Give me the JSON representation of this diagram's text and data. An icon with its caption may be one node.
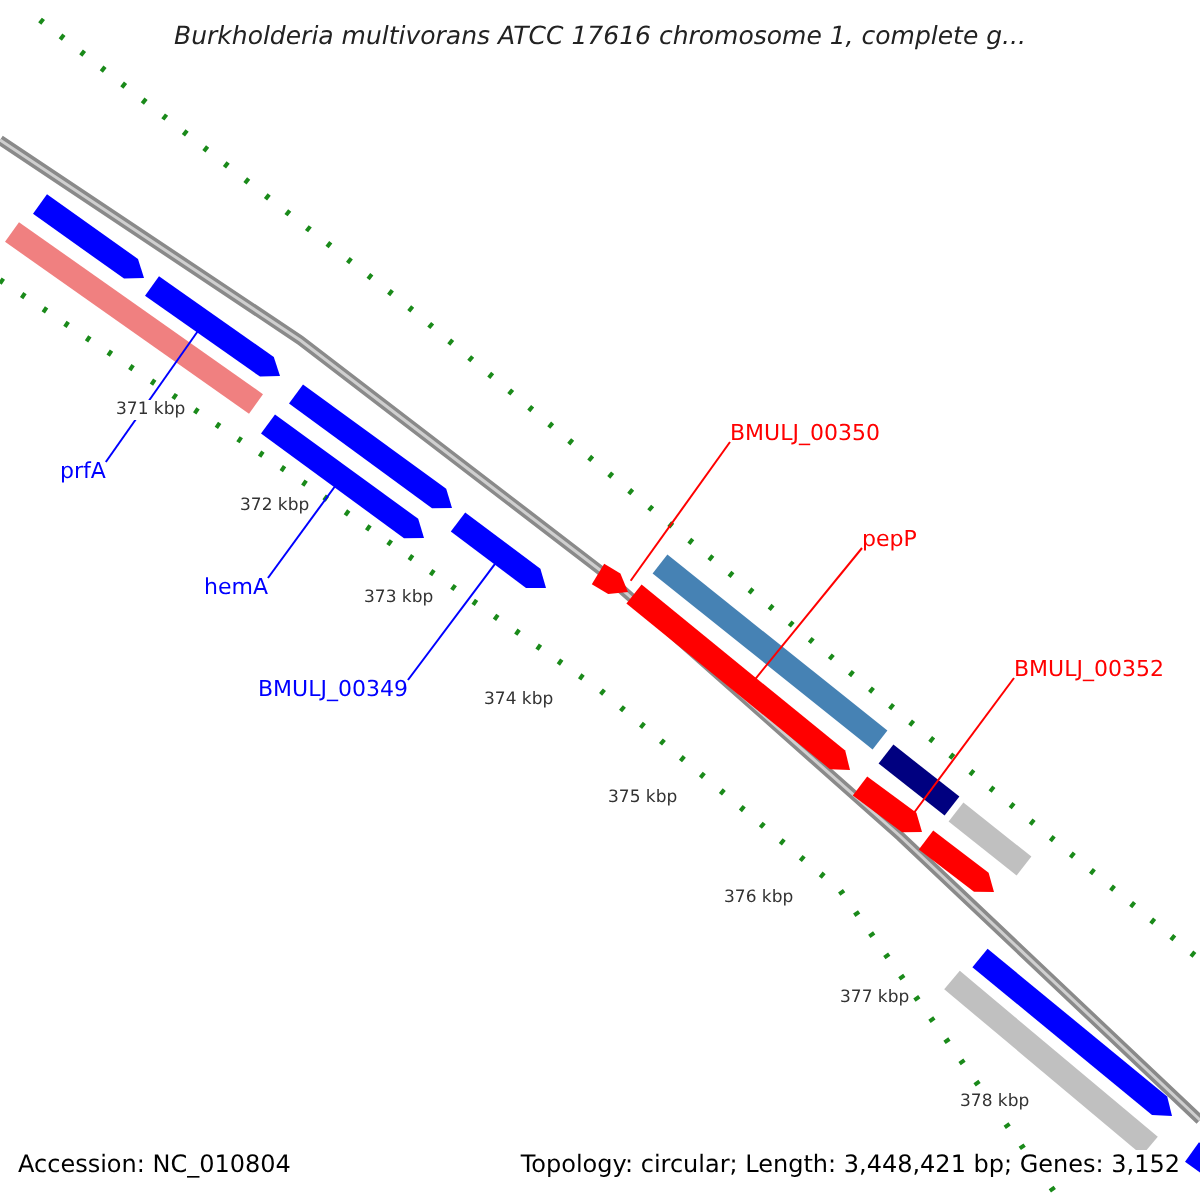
{
  "diagram": {
    "title": "Burkholderia multivorans ATCC 17616 chromosome 1, complete g...",
    "nodes": [
      {
        "text": [
          "prfA"
        ]
      },
      {
        "text": [
          "hemA"
        ]
      },
      {
        "text": [
          "BMULJ_00349"
        ]
      },
      {
        "text": [
          "BMULJ_00350"
        ]
      },
      {
        "text": [
          "pepP"
        ]
      },
      {
        "text": [
          "BMULJ_00352"
        ]
      },
      {
        "text": [],
        "shape": "bar"
      },
      {
        "text": [],
        "shape": "bar"
      },
      {
        "text": [],
        "shape": "bar"
      },
      {
        "text": [],
        "shape": "bar"
      },
      {
        "text": [],
        "shape": "bar"
      },
      {
        "text": [],
        "shape": "bar"
      },
      {
        "text": [],
        "shape": "bar"
      },
      {
        "text": [],
        "shape": "bar"
      },
      {
        "text": [],
        "shape": "bar"
      },
      {
        "text": [],
        "shape": "bar"
      },
      {
        "text": [],
        "shape": "bar"
      },
      {
        "text": [],
        "shape": "bar"
      },
      {
        "text": [],
        "shape": "bar"
      },
      {
        "text": [],
        "shape": "bar"
      },
      {
        "text": [],
        "shape": "bar"
      },
      {
        "text": [],
        "shape": "bar"
      }
    ],
    "edges": [
      {
        "from": 0,
        "to": 8,
        "arrow": "none"
      },
      {
        "from": 1,
        "to": 10,
        "arrow": "none"
      },
      {
        "from": 2,
        "to": 11,
        "arrow": "none"
      },
      {
        "from": 3,
        "to": 12,
        "arrow": "none",
        "color": "#ff0000"
      },
      {
        "from": 4,
        "to": 14,
        "arrow": "none",
        "color": "#ff0000"
      },
      {
        "from": 5,
        "to": 16,
        "arrow": "none",
        "color": "#ff0000"
      }
    ],
    "labels": [
      "371 kbp",
      "372 kbp",
      "373 kbp",
      "374 kbp",
      "375 kbp",
      "376 kbp",
      "377 kbp",
      "378 kbp",
      "Accession: NC_010804",
      "Topology: circular; Length: 3,448,421 bp; Genes: 3,152"
    ]
  }
}
